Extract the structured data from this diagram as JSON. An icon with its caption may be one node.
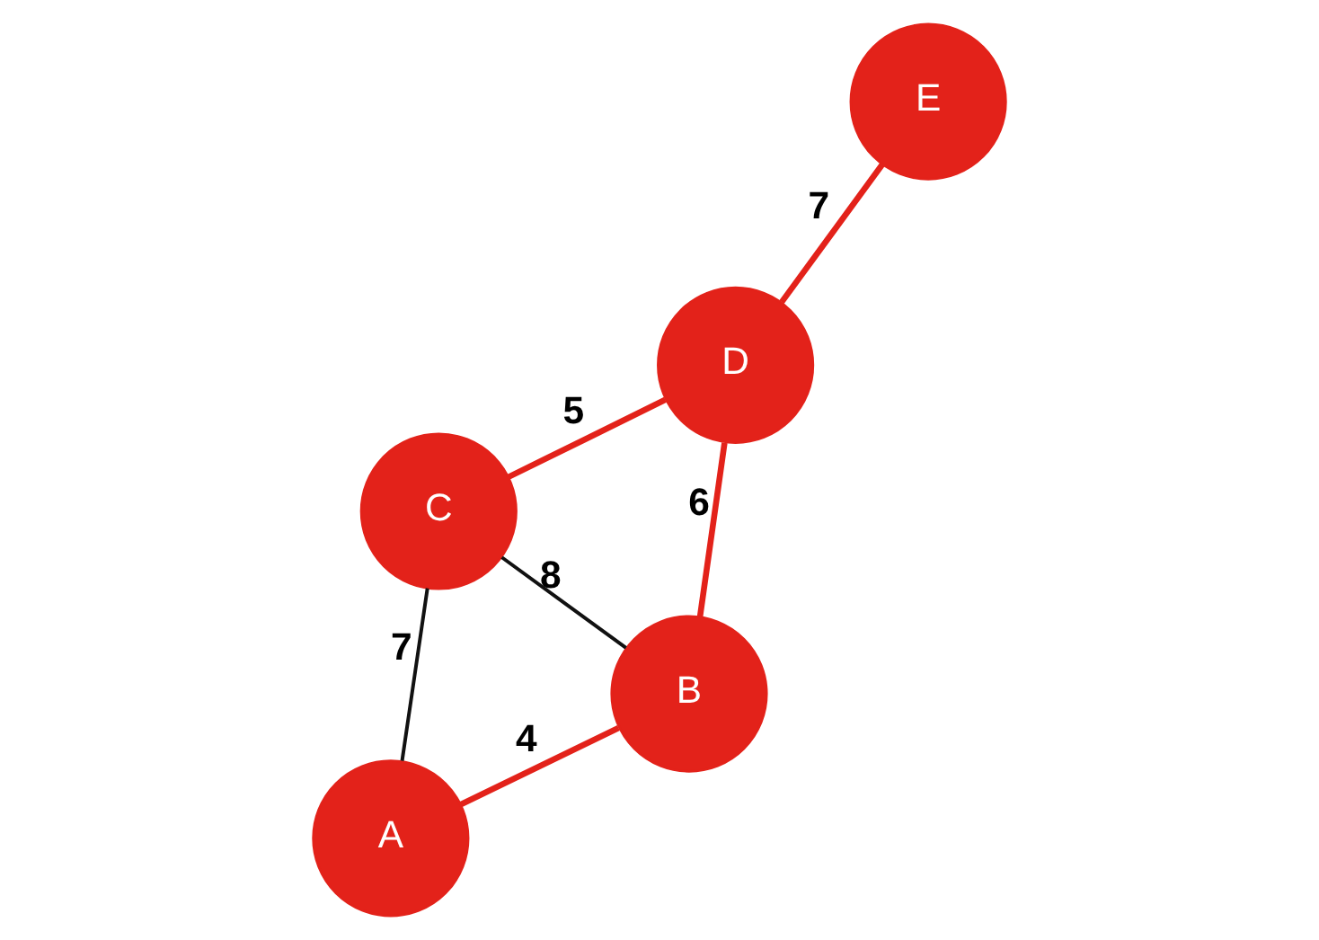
{
  "diagram": {
    "nodes": [
      {
        "text": [
          "A"
        ]
      },
      {
        "text": [
          "B"
        ]
      },
      {
        "text": [
          "C"
        ]
      },
      {
        "text": [
          "D"
        ]
      },
      {
        "text": [
          "E"
        ]
      }
    ],
    "edges": [
      {
        "from": 0,
        "to": 1,
        "arrow": "none",
        "label": "4"
      },
      {
        "from": 1,
        "to": 3,
        "arrow": "none",
        "label": "6"
      },
      {
        "from": 1,
        "to": 2,
        "arrow": "none",
        "label": "8",
        "color": "#111111"
      },
      {
        "from": 0,
        "to": 2,
        "arrow": "none",
        "label": "7",
        "color": "#111111"
      },
      {
        "from": 2,
        "to": 3,
        "arrow": "none",
        "label": "5"
      },
      {
        "from": 3,
        "to": 4,
        "arrow": "none",
        "label": "7"
      }
    ]
  }
}
